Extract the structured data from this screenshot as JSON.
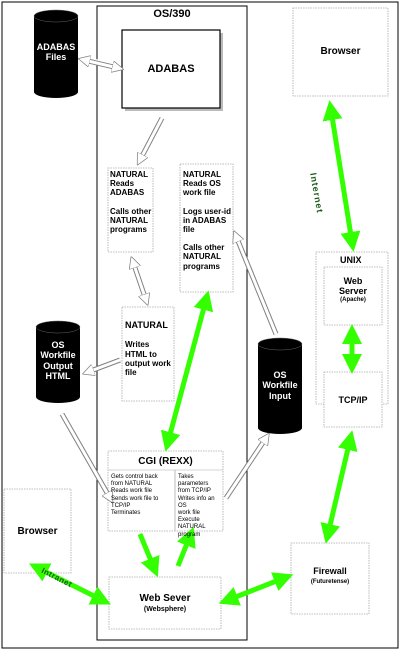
{
  "colors": {
    "frame": "#000000",
    "cylinder_fill": "#000000",
    "cylinder_text": "#ffffff",
    "green_arrow": "#33ff00",
    "hollow_arrow_stroke": "#808080",
    "panel_border": "#c0c0c0"
  },
  "os390": {
    "title": "OS/390",
    "adabas_box": "ADABAS",
    "natural_left": {
      "title": "NATURAL",
      "line1": "Reads",
      "line2": "ADABAS",
      "line3": "Calls other",
      "line4": "NATURAL",
      "line5": "programs"
    },
    "natural_right": {
      "title": "NATURAL",
      "line1": "Reads OS",
      "line2": "work file",
      "line3": "Logs user-id",
      "line4": "in ADABAS",
      "line5": "file",
      "line6": "Calls other",
      "line7": "NATURAL",
      "line8": "programs"
    },
    "natural_bottom": {
      "title": "NATURAL",
      "line1": "Writes",
      "line2": "HTML to",
      "line3": "output work",
      "line4": "file"
    },
    "cgi": {
      "title": "CGI (REXX)",
      "left": [
        "Gets control back",
        "from NATURAL",
        "Reads work file",
        "Sends work file to",
        "TCP/IP",
        "Terminates"
      ],
      "right": [
        "Takes parameters",
        "from TCP/IP",
        "Writes info an OS",
        "work file",
        "Execute NATURAL",
        "program"
      ]
    },
    "web_server": {
      "title": "Web Sever",
      "subtitle": "(Websphere)"
    }
  },
  "cylinders": {
    "adabas_files": {
      "line1": "ADABAS",
      "line2": "Files"
    },
    "os_output": {
      "line1": "OS",
      "line2": "Workfile",
      "line3": "Output",
      "line4": "HTML"
    },
    "os_input": {
      "line1": "OS",
      "line2": "Workfile",
      "line3": "Input"
    }
  },
  "browser_top": "Browser",
  "browser_left": "Browser",
  "unix": {
    "title": "UNIX",
    "web_server": "Web",
    "web_server2": "Server",
    "web_server_sub": "(Apache)",
    "tcpip": "TCP/IP"
  },
  "firewall": {
    "title": "Firewall",
    "subtitle": "(Futuretense)"
  },
  "labels": {
    "internet": "Internet",
    "intranet": "Intranet"
  }
}
